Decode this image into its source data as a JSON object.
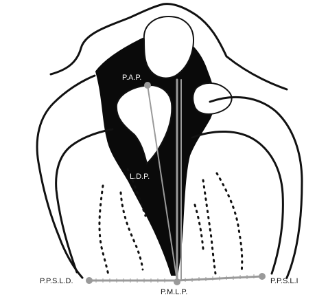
{
  "points": {
    "pap": "P.A.P.",
    "ldp": "L.D.P.",
    "ppsld": "P.P.S.L.D.",
    "ppsli": "P.P.S.L.I",
    "pmlp": "P.M.L.P."
  }
}
